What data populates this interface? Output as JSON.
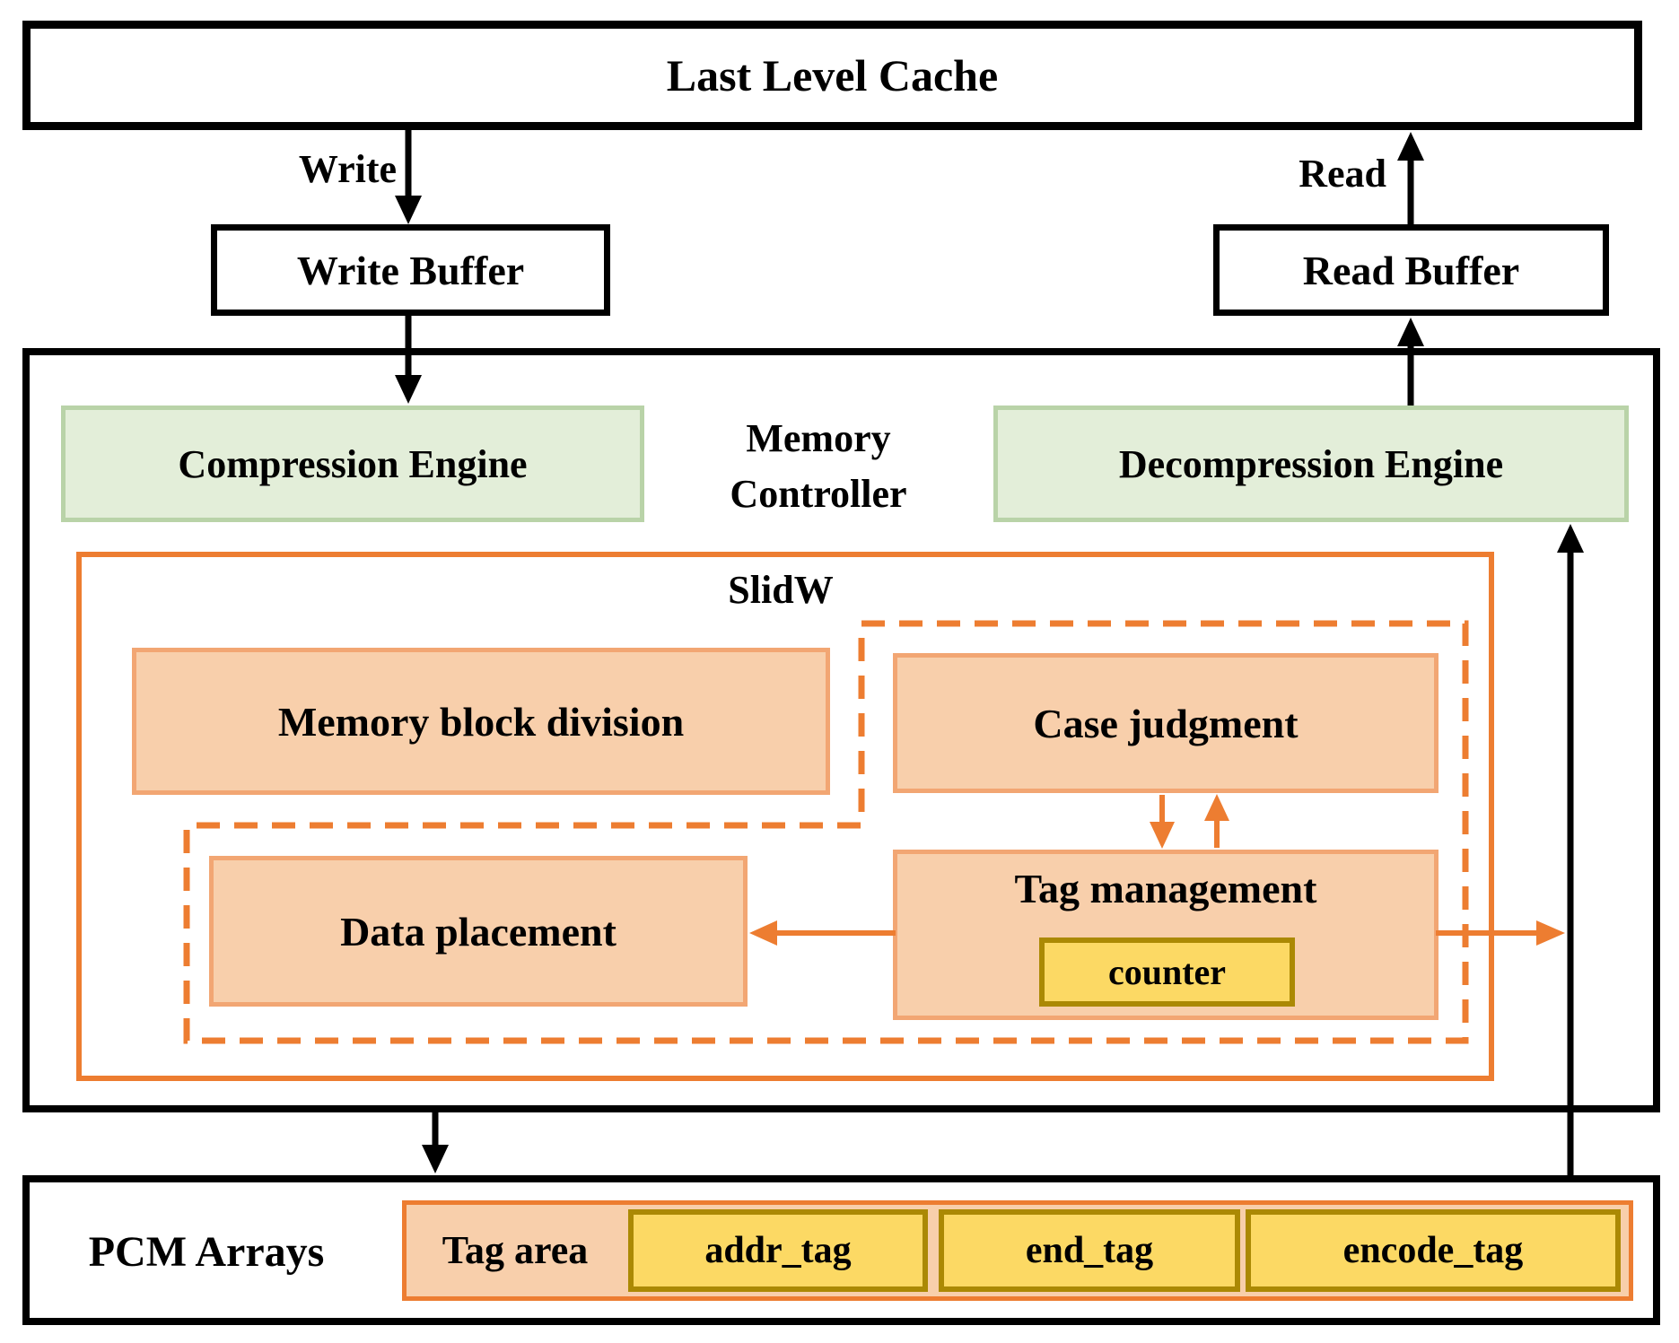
{
  "llc": {
    "label": "Last Level Cache"
  },
  "write_path": {
    "label": "Write",
    "buffer_label": "Write Buffer"
  },
  "read_path": {
    "label": "Read",
    "buffer_label": "Read Buffer"
  },
  "memory_controller": {
    "label_line1": "Memory",
    "label_line2": "Controller",
    "compression_engine": "Compression Engine",
    "decompression_engine": "Decompression Engine",
    "slidw": {
      "label": "SlidW",
      "memory_block_division": "Memory block division",
      "case_judgment": "Case judgment",
      "data_placement": "Data placement",
      "tag_management": "Tag management",
      "counter": "counter"
    }
  },
  "pcm": {
    "label": "PCM Arrays",
    "tag_area": "Tag area",
    "tags": [
      "addr_tag",
      "end_tag",
      "encode_tag"
    ]
  },
  "colors": {
    "line_black": "#000000",
    "accent_orange": "#ED7D31",
    "green_fill": "#e3eed9",
    "green_border": "#b9d3a8",
    "salmon_fill": "#f8cfab",
    "salmon_border": "#f2a673",
    "yellow_fill": "#fcd964",
    "yellow_border": "#ab8904"
  }
}
